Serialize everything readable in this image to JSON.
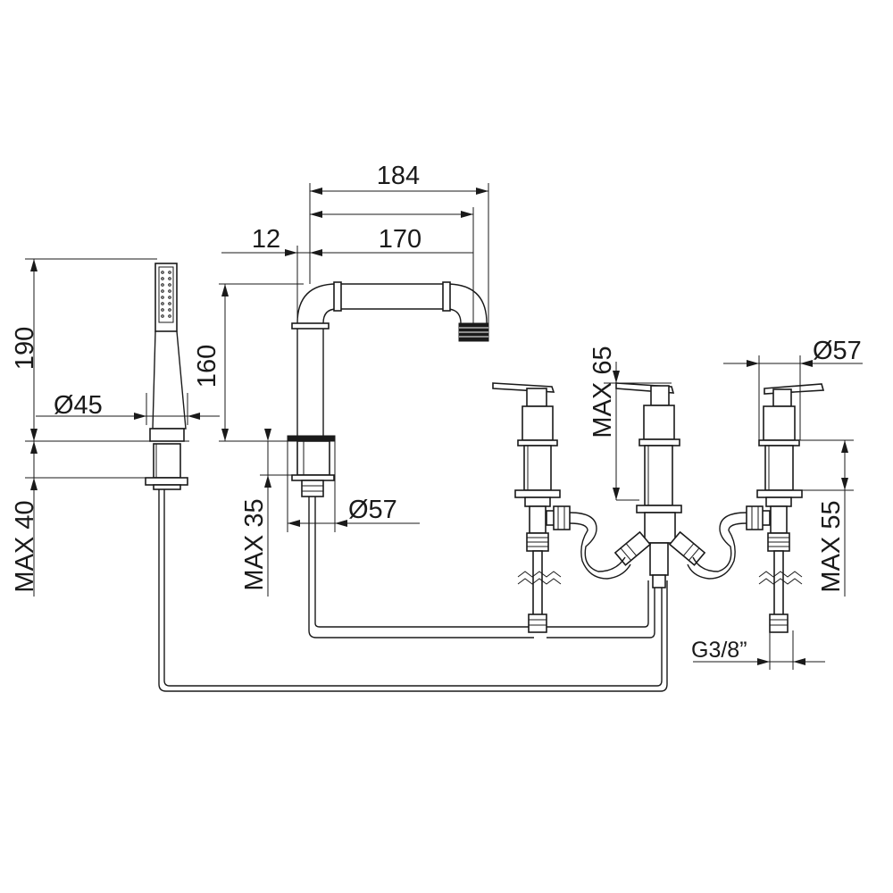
{
  "dimensions": {
    "handshower_height": "190",
    "handshower_diameter": "Ø45",
    "handshower_max_deck": "MAX 40",
    "spout_total_width": "184",
    "spout_offset": "12",
    "spout_reach": "170",
    "spout_height": "160",
    "spout_max_deck": "MAX 35",
    "spout_base_diameter": "Ø57",
    "center_max_height": "MAX 65",
    "right_handle_diameter": "Ø57",
    "right_max_deck": "MAX 55",
    "connection_thread": "G3/8”"
  }
}
